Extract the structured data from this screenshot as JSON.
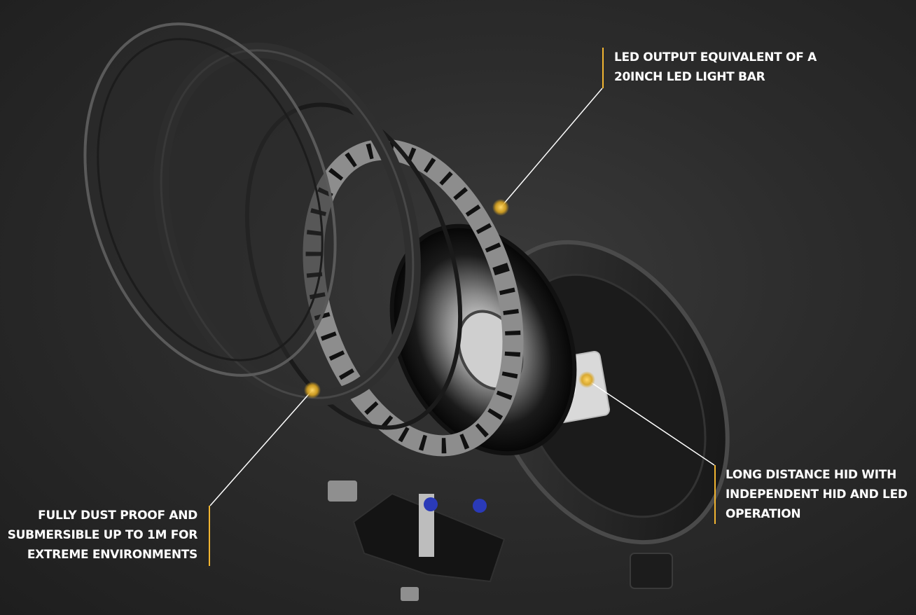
{
  "callouts": {
    "led_output": {
      "line1": "LED OUTPUT EQUIVALENT OF A",
      "line2": "20INCH LED LIGHT BAR"
    },
    "hid": {
      "line1": "LONG DISTANCE HID WITH",
      "line2": "INDEPENDENT HID AND LED",
      "line3": "OPERATION"
    },
    "dust_proof": {
      "line1": "FULLY DUST PROOF AND",
      "line2": "SUBMERSIBLE UP TO 1M FOR",
      "line3": "EXTREME ENVIRONMENTS"
    }
  },
  "colors": {
    "background": "#2a2a2a",
    "accent": "#f2b531",
    "text": "#ffffff"
  }
}
